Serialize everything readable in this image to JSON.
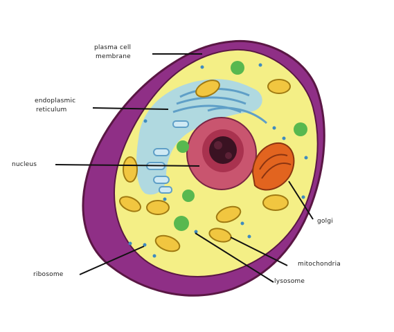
{
  "labels": {
    "plasma_membrane_line1": "plasma cell",
    "plasma_membrane_line2": "membrane",
    "er_line1": "endoplasmic",
    "er_line2": "reticulum",
    "nucleus": "nucleus",
    "ribosome": "ribosome",
    "golgi": "golgi",
    "mitochondria": "mitochondria",
    "lysosome": "lysosome"
  },
  "colors": {
    "membrane": "#8f2f86",
    "membrane_dark": "#5a1744",
    "cytoplasm": "#f4ef86",
    "er": "#a9d6ea",
    "er_lines": "#5f9fc7",
    "nucleus_outer": "#c9556f",
    "nucleus_inner": "#a9324f",
    "chromatin": "#3a1222",
    "golgi": "#e2641f",
    "mitochondria": "#f1c640",
    "lysosome": "#58b84f",
    "ribosome": "#3f8bbf"
  }
}
